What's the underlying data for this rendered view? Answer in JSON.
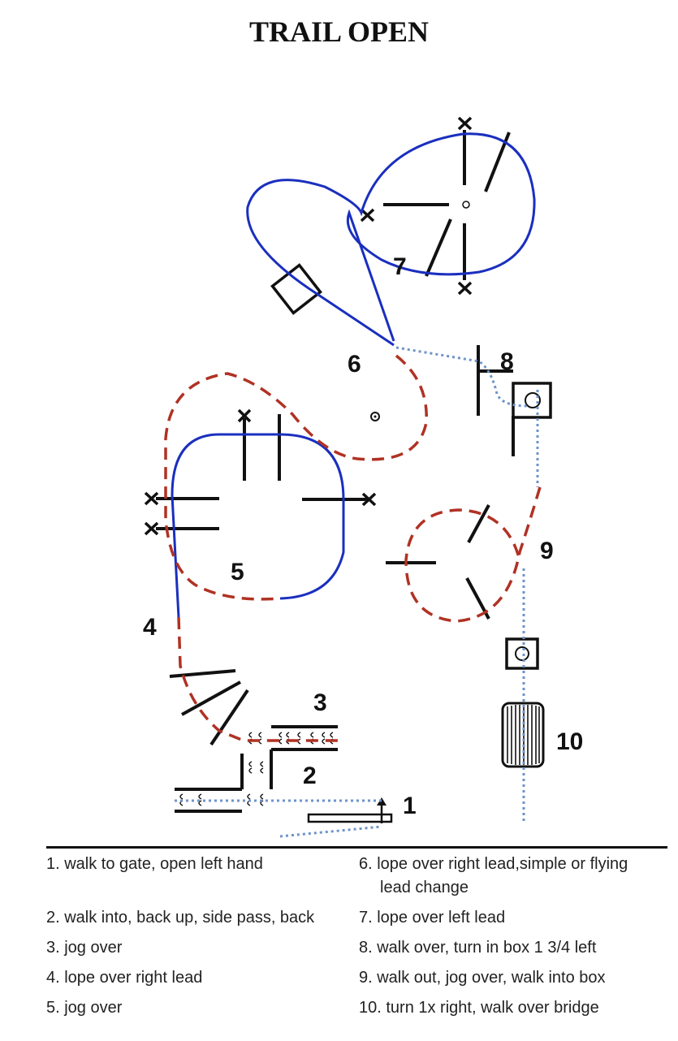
{
  "title": "TRAIL OPEN",
  "obstacle_labels": [
    "1",
    "2",
    "3",
    "4",
    "5",
    "6",
    "7",
    "8",
    "9",
    "10"
  ],
  "instructions_left": [
    "1.  walk to gate, open left hand",
    "2.  walk  into, back up, side pass, back",
    "3.  jog over",
    "4.  lope over right lead",
    "5.  jog over"
  ],
  "instructions_right": [
    "6.  lope over right lead,simple or flying",
    "lead change",
    "7. lope over left lead",
    "8. walk over, turn in box 1 3/4 left",
    "9. walk out, jog over, walk into box",
    "10. turn 1x right, walk over bridge"
  ],
  "colors": {
    "lope_path": "#1a2fbf",
    "jog_path": "#b03224",
    "walk_path": "#6e93c9",
    "obstacle": "#111111"
  }
}
